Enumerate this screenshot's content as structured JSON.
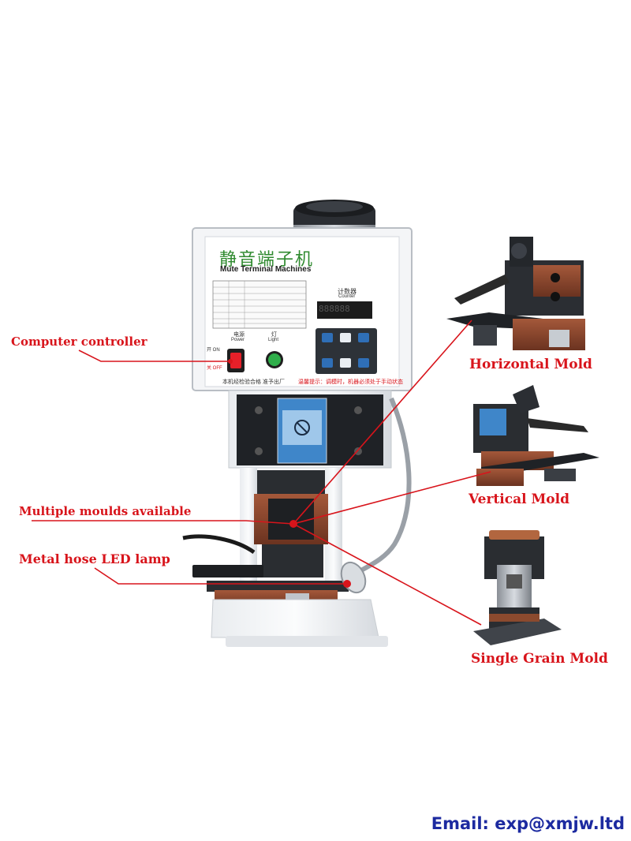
{
  "callouts": {
    "computer_controller": "Computer controller",
    "multiple_moulds": "Multiple moulds available",
    "metal_hose_lamp": "Metal hose LED lamp",
    "horizontal_mold": "Horizontal Mold",
    "vertical_mold": "Vertical Mold",
    "single_grain_mold": "Single Grain Mold"
  },
  "contact": {
    "email": "Email: exp@xmjw.ltd"
  },
  "machine_panel": {
    "title_cn": "静音端子机",
    "title_en": "Mute Terminal Machines",
    "counter_cn": "计数器",
    "counter_en": "Counter",
    "counter_value": "888888",
    "power_cn": "电源",
    "power_en": "Power",
    "light_cn": "灯",
    "light_en": "Light",
    "on_label": "开 ON",
    "off_label": "关 OFF",
    "bottom_note": "本机经检验合格 准予出厂",
    "warning": "温馨提示：调模时，机器必须处于手动状态"
  },
  "colors": {
    "callout_red": "#d8141b",
    "email_blue": "#1c2aa0",
    "panel_green": "#2f8a2f"
  }
}
